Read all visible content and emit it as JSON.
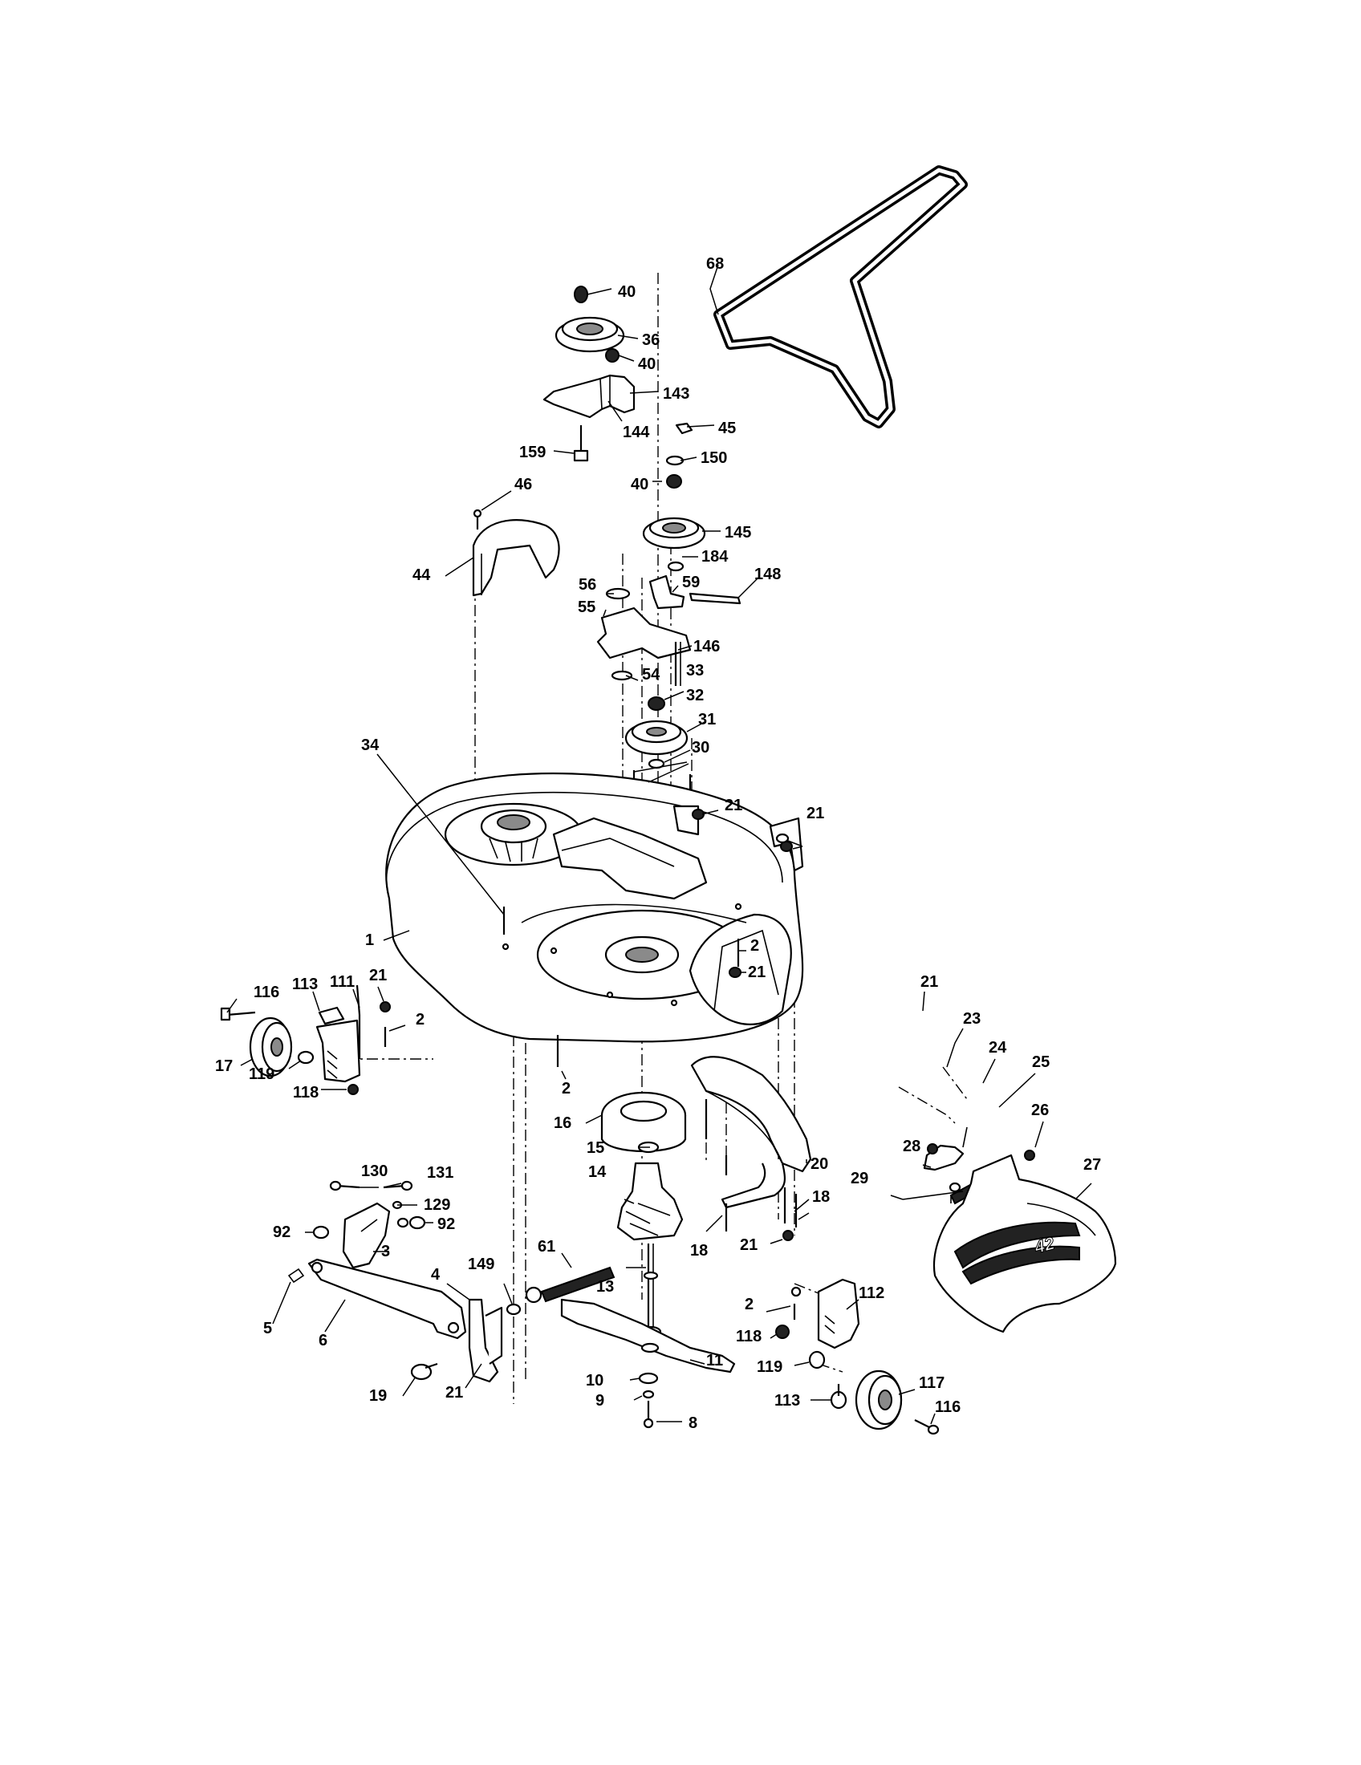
{
  "labels": [
    {
      "id": "l40a",
      "text": "40"
    },
    {
      "id": "l36",
      "text": "36"
    },
    {
      "id": "l40b",
      "text": "40"
    },
    {
      "id": "l143",
      "text": "143"
    },
    {
      "id": "l144",
      "text": "144"
    },
    {
      "id": "l159",
      "text": "159"
    },
    {
      "id": "l68",
      "text": "68"
    },
    {
      "id": "l45",
      "text": "45"
    },
    {
      "id": "l150",
      "text": "150"
    },
    {
      "id": "l40c",
      "text": "40"
    },
    {
      "id": "l46",
      "text": "46"
    },
    {
      "id": "l145",
      "text": "145"
    },
    {
      "id": "l44",
      "text": "44"
    },
    {
      "id": "l184",
      "text": "184"
    },
    {
      "id": "l56",
      "text": "56"
    },
    {
      "id": "l59",
      "text": "59"
    },
    {
      "id": "l148",
      "text": "148"
    },
    {
      "id": "l55",
      "text": "55"
    },
    {
      "id": "l146",
      "text": "146"
    },
    {
      "id": "l54",
      "text": "54"
    },
    {
      "id": "l33",
      "text": "33"
    },
    {
      "id": "l32",
      "text": "32"
    },
    {
      "id": "l31",
      "text": "31"
    },
    {
      "id": "l30",
      "text": "30"
    },
    {
      "id": "l34",
      "text": "34"
    },
    {
      "id": "l21a",
      "text": "21"
    },
    {
      "id": "l21b",
      "text": "21"
    },
    {
      "id": "l1",
      "text": "1"
    },
    {
      "id": "l2a",
      "text": "2"
    },
    {
      "id": "l21c",
      "text": "21"
    },
    {
      "id": "l116a",
      "text": "116"
    },
    {
      "id": "l113a",
      "text": "113"
    },
    {
      "id": "l111",
      "text": "111"
    },
    {
      "id": "l21d",
      "text": "21"
    },
    {
      "id": "l2b",
      "text": "2"
    },
    {
      "id": "l17",
      "text": "17"
    },
    {
      "id": "l119a",
      "text": "119"
    },
    {
      "id": "l118a",
      "text": "118"
    },
    {
      "id": "l2c",
      "text": "2"
    },
    {
      "id": "l21e",
      "text": "21"
    },
    {
      "id": "l23",
      "text": "23"
    },
    {
      "id": "l24",
      "text": "24"
    },
    {
      "id": "l25",
      "text": "25"
    },
    {
      "id": "l26",
      "text": "26"
    },
    {
      "id": "l16",
      "text": "16"
    },
    {
      "id": "l15",
      "text": "15"
    },
    {
      "id": "l20",
      "text": "20"
    },
    {
      "id": "l28",
      "text": "28"
    },
    {
      "id": "l27",
      "text": "27"
    },
    {
      "id": "l14",
      "text": "14"
    },
    {
      "id": "l29",
      "text": "29"
    },
    {
      "id": "l18a",
      "text": "18"
    },
    {
      "id": "l18b",
      "text": "18"
    },
    {
      "id": "l21f",
      "text": "21"
    },
    {
      "id": "l130",
      "text": "130"
    },
    {
      "id": "l131",
      "text": "131"
    },
    {
      "id": "l129",
      "text": "129"
    },
    {
      "id": "l92a",
      "text": "92"
    },
    {
      "id": "l92b",
      "text": "92"
    },
    {
      "id": "l3",
      "text": "3"
    },
    {
      "id": "l61",
      "text": "61"
    },
    {
      "id": "l149",
      "text": "149"
    },
    {
      "id": "l4",
      "text": "4"
    },
    {
      "id": "l5",
      "text": "5"
    },
    {
      "id": "l6",
      "text": "6"
    },
    {
      "id": "l13",
      "text": "13"
    },
    {
      "id": "l2d",
      "text": "2"
    },
    {
      "id": "l112",
      "text": "112"
    },
    {
      "id": "l118b",
      "text": "118"
    },
    {
      "id": "l11",
      "text": "11"
    },
    {
      "id": "l119b",
      "text": "119"
    },
    {
      "id": "l117",
      "text": "117"
    },
    {
      "id": "l19",
      "text": "19"
    },
    {
      "id": "l21g",
      "text": "21"
    },
    {
      "id": "l10",
      "text": "10"
    },
    {
      "id": "l9",
      "text": "9"
    },
    {
      "id": "l8",
      "text": "8"
    },
    {
      "id": "l113b",
      "text": "113"
    },
    {
      "id": "l116b",
      "text": "116"
    }
  ],
  "decal_text": "42"
}
